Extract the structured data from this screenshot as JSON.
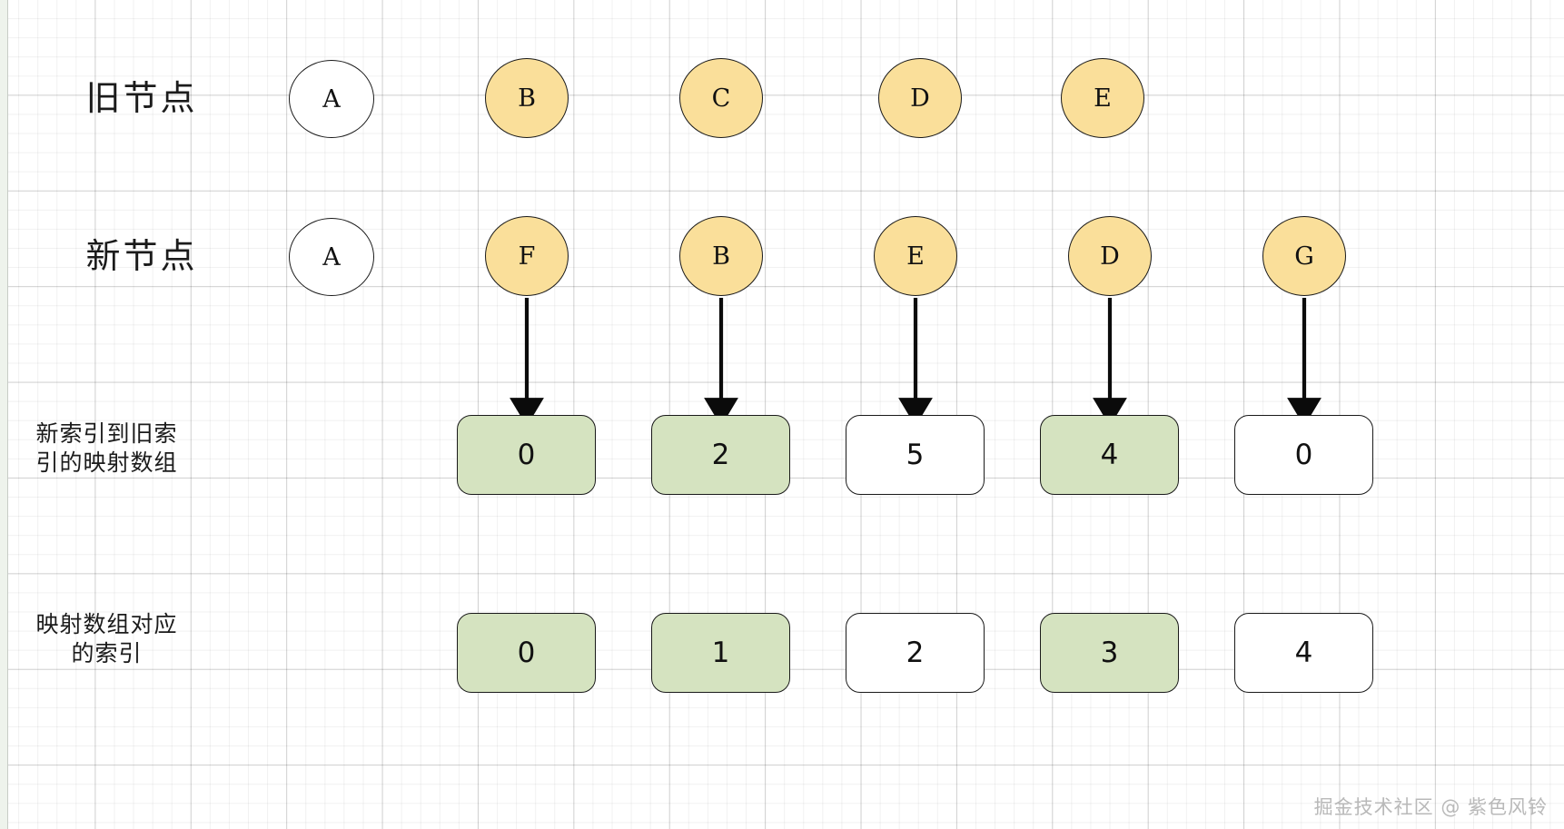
{
  "diagram": {
    "title_watermark": "掘金技术社区 @ 紫色风铃",
    "colors": {
      "node_yellow": "#fadf9a",
      "node_white": "#ffffff",
      "cell_green": "#d5e3c0",
      "cell_white": "#ffffff",
      "stroke": "#1a1a1a",
      "grid_minor": "#e8e8e8",
      "grid_major": "#d0d0d0"
    },
    "rows": [
      {
        "name": "old-nodes",
        "label": "旧节点",
        "label_lines": [
          "旧节点"
        ],
        "type": "nodes",
        "items": [
          {
            "text": "A",
            "fill": "white"
          },
          {
            "text": "B",
            "fill": "yellow"
          },
          {
            "text": "C",
            "fill": "yellow"
          },
          {
            "text": "D",
            "fill": "yellow"
          },
          {
            "text": "E",
            "fill": "yellow"
          }
        ]
      },
      {
        "name": "new-nodes",
        "label": "新节点",
        "label_lines": [
          "新节点"
        ],
        "type": "nodes",
        "items": [
          {
            "text": "A",
            "fill": "white",
            "arrow": false
          },
          {
            "text": "F",
            "fill": "yellow",
            "arrow": true
          },
          {
            "text": "B",
            "fill": "yellow",
            "arrow": true
          },
          {
            "text": "E",
            "fill": "yellow",
            "arrow": true
          },
          {
            "text": "D",
            "fill": "yellow",
            "arrow": true
          },
          {
            "text": "G",
            "fill": "yellow",
            "arrow": true
          }
        ]
      },
      {
        "name": "new-to-old-index-map-array",
        "label": "新索引到旧索引的映射数组",
        "label_lines": [
          "新索引到旧索",
          "引的映射数组"
        ],
        "type": "cells",
        "items": [
          {
            "text": "0",
            "fill": "green"
          },
          {
            "text": "2",
            "fill": "green"
          },
          {
            "text": "5",
            "fill": "white"
          },
          {
            "text": "4",
            "fill": "green"
          },
          {
            "text": "0",
            "fill": "white"
          }
        ]
      },
      {
        "name": "map-array-index",
        "label": "映射数组对应的索引",
        "label_lines": [
          "映射数组对应",
          "的索引"
        ],
        "type": "cells",
        "items": [
          {
            "text": "0",
            "fill": "green"
          },
          {
            "text": "1",
            "fill": "green"
          },
          {
            "text": "2",
            "fill": "white"
          },
          {
            "text": "3",
            "fill": "green"
          },
          {
            "text": "4",
            "fill": "white"
          }
        ]
      }
    ]
  }
}
